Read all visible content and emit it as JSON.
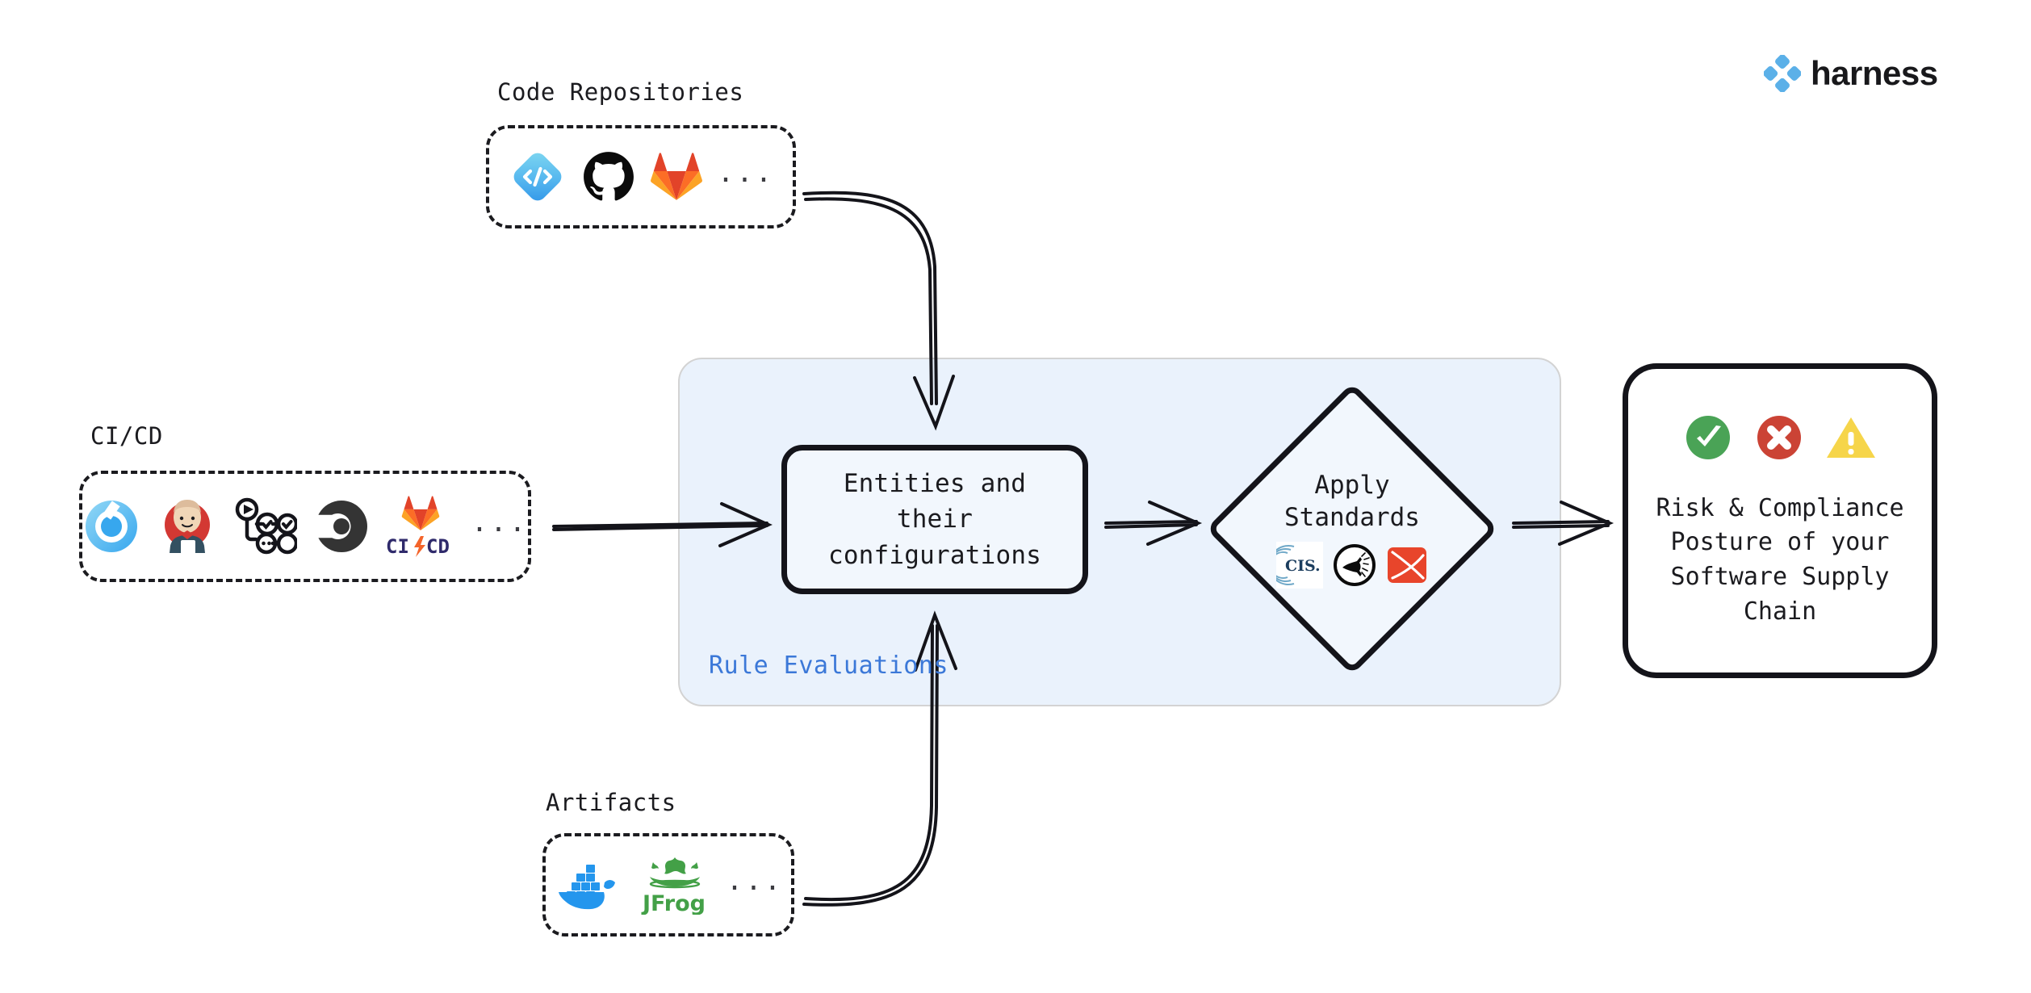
{
  "brand": {
    "name": "harness",
    "logo_icon": "harness-diamond-logo-icon",
    "color": "#5bb0e8"
  },
  "groups": [
    {
      "id": "code-repositories",
      "title": "Code Repositories",
      "ellipsis": "...",
      "icons": [
        {
          "name": "harness-code-icon",
          "label": "Harness Code"
        },
        {
          "name": "github-icon",
          "label": "GitHub"
        },
        {
          "name": "gitlab-icon",
          "label": "GitLab"
        }
      ]
    },
    {
      "id": "ci-cd",
      "title": "CI/CD",
      "ellipsis": "...",
      "icons": [
        {
          "name": "harness-ci-icon",
          "label": "Harness CI"
        },
        {
          "name": "jenkins-icon",
          "label": "Jenkins"
        },
        {
          "name": "github-actions-icon",
          "label": "GitHub Actions"
        },
        {
          "name": "circleci-icon",
          "label": "CircleCI"
        },
        {
          "name": "gitlab-cicd-icon",
          "label": "GitLab CI/CD",
          "text": "CI/CD"
        }
      ]
    },
    {
      "id": "artifacts",
      "title": "Artifacts",
      "ellipsis": "...",
      "icons": [
        {
          "name": "docker-icon",
          "label": "Docker"
        },
        {
          "name": "jfrog-icon",
          "label": "JFrog",
          "text": "JFrog"
        }
      ]
    }
  ],
  "pipeline": {
    "container_label": "Rule Evaluations",
    "container_fill": "#eaf2fc",
    "entities": {
      "text": "Entities and their configurations"
    },
    "standards": {
      "text": "Apply\nStandards",
      "logos": [
        {
          "name": "cis-benchmarks-icon",
          "label": "CIS",
          "text": "CIS."
        },
        {
          "name": "owasp-icon",
          "label": "OWASP"
        },
        {
          "name": "slsa-icon",
          "label": "SLSA"
        }
      ]
    },
    "outcome": {
      "text": "Risk & Compliance\nPosture of your\nSoftware Supply\nChain",
      "status_icons": [
        {
          "name": "check-circle-icon",
          "label": "Pass",
          "color": "#4aa356"
        },
        {
          "name": "error-circle-icon",
          "label": "Fail",
          "color": "#cb4335"
        },
        {
          "name": "warning-triangle-icon",
          "label": "Warning",
          "color": "#f6d54a"
        }
      ]
    }
  },
  "connectors": [
    {
      "name": "connector-code-repositories-to-entities",
      "from": "code-repositories",
      "to": "entities"
    },
    {
      "name": "connector-cicd-to-entities",
      "from": "ci-cd",
      "to": "entities"
    },
    {
      "name": "connector-artifacts-to-entities",
      "from": "artifacts",
      "to": "entities"
    },
    {
      "name": "connector-entities-to-standards",
      "from": "entities",
      "to": "standards"
    },
    {
      "name": "connector-standards-to-outcome",
      "from": "standards",
      "to": "outcome"
    }
  ]
}
